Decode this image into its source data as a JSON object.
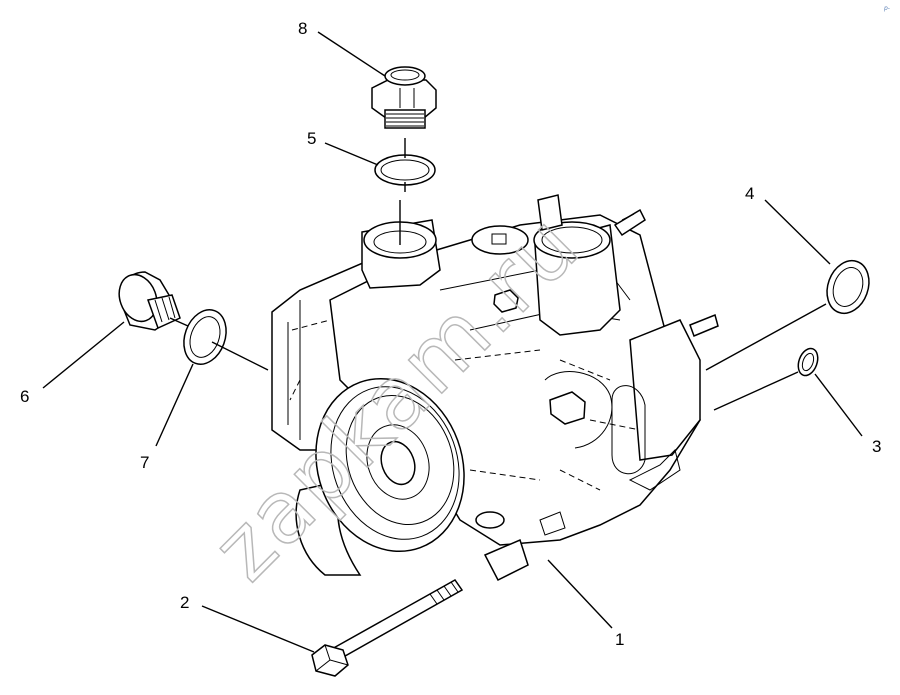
{
  "diagram": {
    "callouts": [
      {
        "id": "1",
        "label": "1"
      },
      {
        "id": "2",
        "label": "2"
      },
      {
        "id": "3",
        "label": "3"
      },
      {
        "id": "4",
        "label": "4"
      },
      {
        "id": "5",
        "label": "5"
      },
      {
        "id": "6",
        "label": "6"
      },
      {
        "id": "7",
        "label": "7"
      },
      {
        "id": "8",
        "label": "8"
      }
    ],
    "watermark": "zapkam.ru",
    "corner_mark": "p-"
  }
}
